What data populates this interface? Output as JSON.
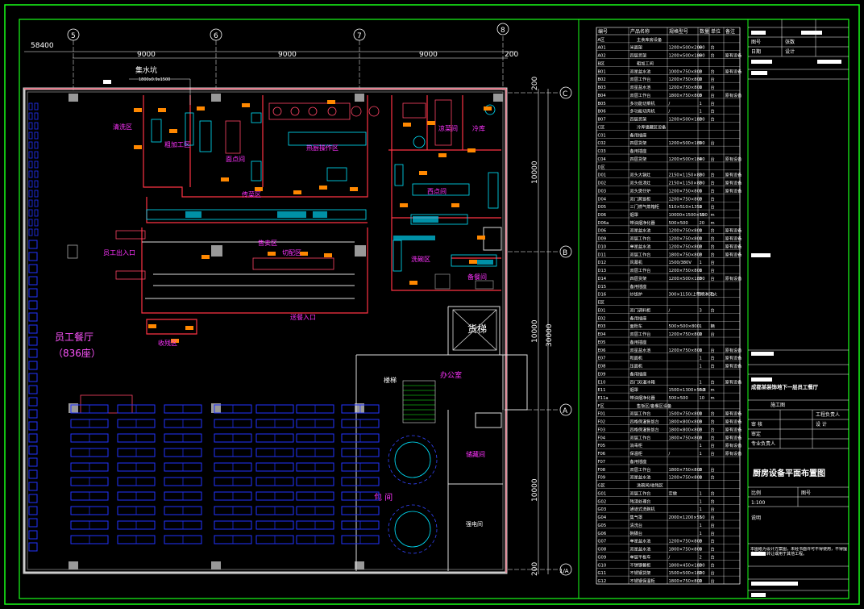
{
  "drawing": {
    "top_dims": {
      "total": "58400",
      "spans": [
        "9000",
        "9000",
        "9000",
        "200"
      ]
    },
    "column_axes": [
      "5",
      "6",
      "7",
      "8"
    ],
    "row_axes": [
      "C",
      "B",
      "A",
      "1/A"
    ],
    "right_dims": [
      "200",
      "10000",
      "10000",
      "10000",
      "200"
    ],
    "right_total": "30000",
    "drain_label": "集水坑",
    "drain_note": "1800x0.9x1500",
    "labels": {
      "dining_hall": "员工餐厅",
      "dining_seats": "（836座）",
      "freight_lift": "货梯",
      "office": "办公室",
      "stairs": "楼梯",
      "private_room": "包 间",
      "storage": "储藏间",
      "electric_room": "强电间",
      "fresh_zone": "清洗区",
      "veg_zone": "粗加工区",
      "hot_kitchen": "热厨操作区",
      "cold_room": "凉菜间",
      "noodle": "面点间",
      "serving": "传菜区",
      "wash": "洗碗区",
      "pass": "备餐间",
      "dish_return": "收残区",
      "staff_entrance": "员工出入口",
      "pass_entrance": "送餐入口",
      "receiving": "售卖区",
      "meat": "切配区",
      "store": "冷库",
      "bakery": "西点间"
    }
  },
  "table": {
    "headers": [
      "编号",
      "产品名称",
      "规格型号",
      "数量",
      "单位",
      "备注"
    ],
    "rows": [
      [
        "A区",
        "主食库房设备",
        "",
        "",
        "",
        ""
      ],
      [
        "A01",
        "米面架",
        "1200×500×2000",
        "6",
        "台",
        ""
      ],
      [
        "A02",
        "四层货架",
        "1200×500×1800",
        "6",
        "台",
        "原有设备"
      ],
      [
        "B区",
        "粗加工间",
        "",
        "",
        "",
        ""
      ],
      [
        "B01",
        "双星盆水池",
        "1000×750×800",
        "2",
        "台",
        "原有设备"
      ],
      [
        "B02",
        "双层工作台",
        "1200×750×800",
        "2",
        "台",
        ""
      ],
      [
        "B03",
        "双星盆水池",
        "1200×750×800",
        "1",
        "台",
        ""
      ],
      [
        "B04",
        "双层工作台",
        "1800×750×800",
        "3",
        "台",
        "原有设备"
      ],
      [
        "B05",
        "多功能切菜机",
        "/",
        "1",
        "台",
        ""
      ],
      [
        "B06",
        "多功能切肉机",
        "/",
        "1",
        "台",
        ""
      ],
      [
        "B07",
        "四层货架",
        "1200×500×1800",
        "2",
        "台",
        ""
      ],
      [
        "C区",
        "冷库储藏区设备",
        "",
        "",
        "",
        ""
      ],
      [
        "C01",
        "备用插座",
        "",
        "",
        "",
        ""
      ],
      [
        "C02",
        "四层货架",
        "1200×500×1800",
        "5",
        "台",
        ""
      ],
      [
        "C03",
        "备用插座",
        "",
        "",
        "",
        ""
      ],
      [
        "C04",
        "四层货架",
        "1200×500×1800",
        "4",
        "台",
        "原有设备"
      ],
      [
        "D区",
        "",
        "",
        "",
        "",
        ""
      ],
      [
        "D01",
        "双头大锅灶",
        "2150×1150×800",
        "2",
        "台",
        "原有设备"
      ],
      [
        "D02",
        "双头低汤灶",
        "2150×1150×800",
        "2",
        "台",
        "原有设备"
      ],
      [
        "D03",
        "双头煲仔炉",
        "1200×750×800",
        "1",
        "台",
        "原有设备"
      ],
      [
        "D04",
        "双门蒸饭柜",
        "1200×750×800",
        "2",
        "台",
        ""
      ],
      [
        "D05",
        "三门燃气蒸箱柜",
        "510×510×1350",
        "1",
        "台",
        ""
      ],
      [
        "D06",
        "烟罩",
        "10000×1500×500",
        "15",
        "m",
        ""
      ],
      [
        "D06a",
        "带油烟净化器",
        "500×500",
        "20",
        "m",
        ""
      ],
      [
        "D06",
        "双星盆水池",
        "1200×750×800",
        "1",
        "台",
        "原有设备"
      ],
      [
        "D09",
        "双层工作台",
        "1200×750×800",
        "1",
        "台",
        "原有设备"
      ],
      [
        "D10",
        "单星盆水池",
        "1200×750×800",
        "2",
        "台",
        "原有设备"
      ],
      [
        "D11",
        "双层工作台",
        "1800×750×800",
        "2",
        "台",
        "原有设备"
      ],
      [
        "D12",
        "风幕机",
        "1500/380V",
        "1",
        "台",
        ""
      ],
      [
        "D13",
        "双层工作台",
        "1200×750×800",
        "1",
        "台",
        ""
      ],
      [
        "D14",
        "四层货架",
        "1200×500×1800",
        "3",
        "台",
        "原有设备"
      ],
      [
        "D15",
        "备用插座",
        "",
        "",
        "",
        ""
      ],
      [
        "D16",
        "炒饭炉",
        "300×1150/上带喷淋灭火",
        "3",
        "台",
        ""
      ],
      [
        "E区",
        "",
        "",
        "",
        "",
        ""
      ],
      [
        "E01",
        "双门调料柜",
        "/",
        "3",
        "台",
        ""
      ],
      [
        "E02",
        "备用插座",
        "",
        "",
        "",
        ""
      ],
      [
        "E03",
        "面粉车",
        "500×500×800",
        "1",
        "辆",
        ""
      ],
      [
        "E04",
        "双层工作台",
        "1200×750×800",
        "2",
        "台",
        ""
      ],
      [
        "E05",
        "备用插座",
        "",
        "",
        "",
        ""
      ],
      [
        "E06",
        "双星盆水池",
        "1200×750×800",
        "1",
        "台",
        "原有设备"
      ],
      [
        "E07",
        "和面机",
        "",
        "1",
        "台",
        "原有设备"
      ],
      [
        "E08",
        "压面机",
        "",
        "1",
        "台",
        "原有设备"
      ],
      [
        "E09",
        "备用插座",
        "",
        "",
        "",
        ""
      ],
      [
        "E10",
        "四门双温冰箱",
        "",
        "1",
        "台",
        "原有设备"
      ],
      [
        "E11",
        "烟罩",
        "1500×1300×550",
        "0.8",
        "m",
        ""
      ],
      [
        "E11a",
        "带油烟净化器",
        "500×500",
        "10",
        "m",
        ""
      ],
      [
        "F区",
        "售饭区/备餐区设备",
        "",
        "",
        "",
        ""
      ],
      [
        "F01",
        "双层工作台",
        "1500×750×800",
        "1",
        "台",
        "原有设备"
      ],
      [
        "F02",
        "四格保温售饭台",
        "1800×800×800",
        "3",
        "台",
        "原有设备"
      ],
      [
        "F03",
        "四格保温售饭台",
        "1800×800×800",
        "2",
        "台",
        "原有设备"
      ],
      [
        "F04",
        "双层工作台",
        "1800×750×800",
        "2",
        "台",
        "原有设备"
      ],
      [
        "F05",
        "消毒柜",
        "",
        "1",
        "台",
        "原有设备"
      ],
      [
        "F06",
        "保温柜",
        "/",
        "1",
        "台",
        "原有设备"
      ],
      [
        "F07",
        "备用插座",
        "",
        "",
        "",
        ""
      ],
      [
        "F08",
        "双层工作台",
        "1800×750×800",
        "2",
        "台",
        ""
      ],
      [
        "F09",
        "双星盆水池",
        "1200×750×800",
        "1",
        "台",
        ""
      ],
      [
        "G区",
        "洗碗间/收残区",
        "",
        "",
        "",
        ""
      ],
      [
        "G01",
        "双层工作台",
        "定做",
        "1",
        "台",
        ""
      ],
      [
        "G02",
        "残渣处理台",
        "",
        "1",
        "台",
        ""
      ],
      [
        "G03",
        "通道式洗碗机",
        "",
        "1",
        "台",
        ""
      ],
      [
        "G04",
        "集气罩",
        "2000×1200×550",
        "1",
        "台",
        ""
      ],
      [
        "G05",
        "清洗台",
        "",
        "1",
        "台",
        ""
      ],
      [
        "G06",
        "碗碟台",
        "",
        "1",
        "台",
        ""
      ],
      [
        "G07",
        "单星盆水池",
        "1200×750×800",
        "2",
        "台",
        ""
      ],
      [
        "G08",
        "双星盆水池",
        "1800×750×800",
        "1",
        "台",
        ""
      ],
      [
        "G09",
        "单层平板车",
        "/",
        "2",
        "台",
        ""
      ],
      [
        "G10",
        "不锈钢餐柜",
        "1800×450×1800",
        "2",
        "台",
        ""
      ],
      [
        "G11",
        "不锈钢货架",
        "1500×500×1800",
        "2",
        "台",
        ""
      ],
      [
        "G12",
        "不锈钢保温柜",
        "1800×750×800",
        "2",
        "台",
        ""
      ]
    ]
  },
  "titleblock": {
    "rows_top": [
      "图号",
      "日期",
      "张数"
    ],
    "dept_label": "设计",
    "project": "成都某装饰地下一层员工餐厅",
    "sheet_kind": "施工图",
    "roles": [
      "审 核",
      "设 计",
      "工程负责人",
      "专业负责人",
      "审定"
    ],
    "drawing_title": "厨房设备平面布置图",
    "scale_label": "比例",
    "scale_value": "1:100",
    "sheet_no_label": "图号",
    "notes_label": "说明",
    "disclaimer": "本图纸为设计方案图，未经书面许可不得使用，不得擅自修改，转让或用于其他工程。"
  }
}
